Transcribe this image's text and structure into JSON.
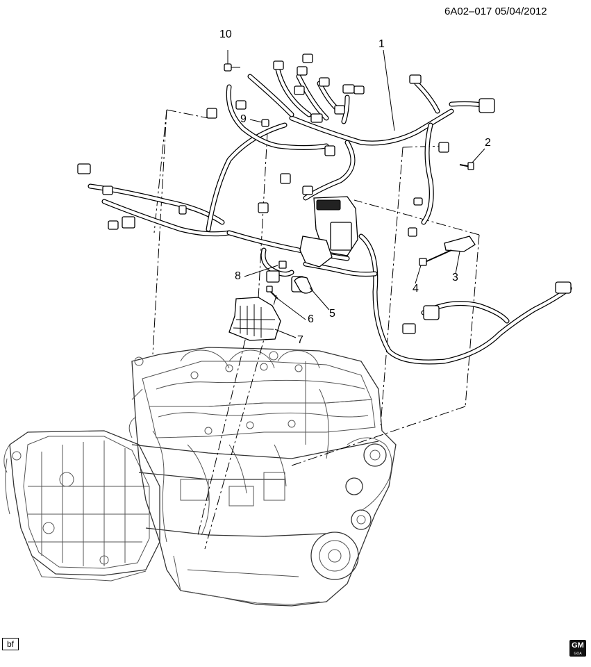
{
  "header": {
    "code": "6A02–017  05/04/2012"
  },
  "callouts": [
    "1",
    "2",
    "3",
    "4",
    "5",
    "6",
    "7",
    "8",
    "9",
    "10"
  ],
  "footer": {
    "left_tag": "bf",
    "logo_text": "GM",
    "logo_sub": "GOA"
  },
  "icons": {
    "logo": "gm-logo-icon"
  }
}
